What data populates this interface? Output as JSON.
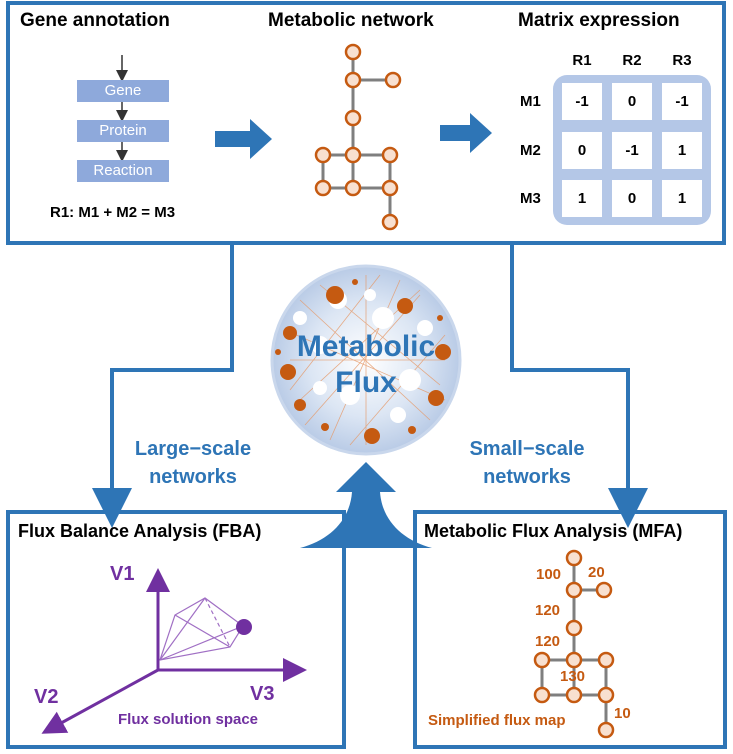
{
  "colors": {
    "frame_blue": "#2E75B6",
    "light_blue": "#8EA9DB",
    "matrix_blue": "#B4C7E7",
    "node_orange": "#C55A11",
    "node_fill": "#F8E0D0",
    "purple": "#7030A0",
    "title_blue": "#2E75B6"
  },
  "top_panel": {
    "gene_annotation": {
      "title": "Gene annotation",
      "steps": [
        "Gene",
        "Protein",
        "Reaction"
      ],
      "equation": "R1: M1 + M2 = M3"
    },
    "metabolic_network": {
      "title": "Metabolic network"
    },
    "matrix_expression": {
      "title": "Matrix expression",
      "col_headers": [
        "R1",
        "R2",
        "R3"
      ],
      "row_headers": [
        "M1",
        "M2",
        "M3"
      ],
      "cells": [
        [
          "-1",
          "0",
          "-1"
        ],
        [
          "0",
          "-1",
          "1"
        ],
        [
          "1",
          "0",
          "1"
        ]
      ]
    }
  },
  "center": {
    "circle_label_line1": "Metabolic",
    "circle_label_line2": "Flux",
    "left_label_line1": "Large−scale",
    "left_label_line2": "networks",
    "right_label_line1": "Small−scale",
    "right_label_line2": "networks"
  },
  "fba_panel": {
    "title": "Flux Balance Analysis (FBA)",
    "axis_v1": "V1",
    "axis_v2": "V2",
    "axis_v3": "V3",
    "caption": "Flux solution space"
  },
  "mfa_panel": {
    "title": "Metabolic Flux Analysis (MFA)",
    "flux_values": [
      "100",
      "20",
      "120",
      "120",
      "130",
      "10"
    ],
    "caption": "Simplified flux map"
  }
}
